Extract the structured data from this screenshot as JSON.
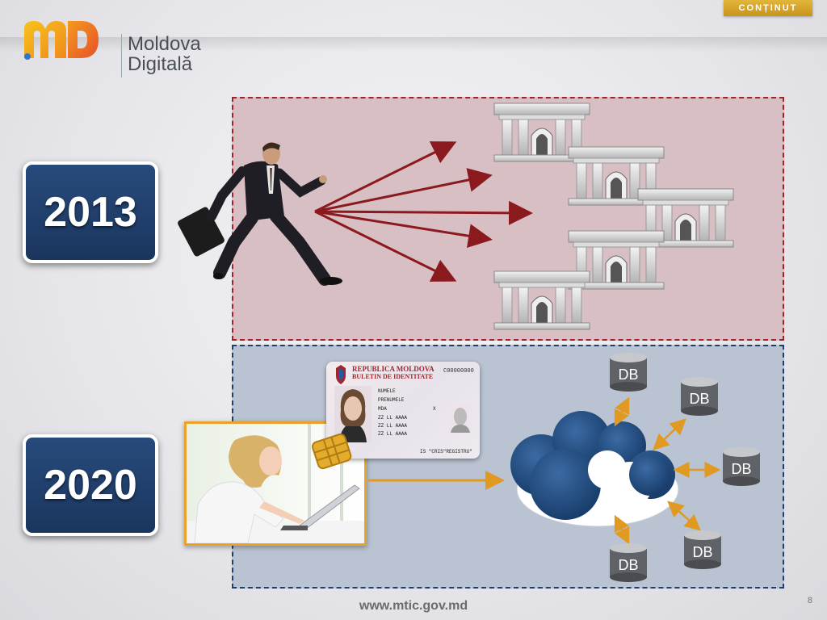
{
  "header": {
    "button_label": "CONȚINUT",
    "logo_line1": "Moldova",
    "logo_line2": "Digitală"
  },
  "sections": {
    "year_2013": "2013",
    "year_2020": "2020"
  },
  "id_card": {
    "country": "REPUBLICA MOLDOVA",
    "title": "BULETIN DE IDENTITATE",
    "number": "C00000000",
    "surname": "NUMELE",
    "given_name": "PRENUMELE",
    "citizenship": "MDA",
    "sex": "X",
    "birth_date": "ZZ LL AAAA",
    "issue_date": "ZZ LL AAAA",
    "expiry_date": "ZZ LL AAAA",
    "authority": "IS \"CRIS\"REGISTRU\""
  },
  "databases": {
    "label": "DB"
  },
  "colors": {
    "badge_blue": "#1f3e6b",
    "box2013_fill": "#d8bfc4",
    "box2013_border": "#a3222a",
    "box2020_fill": "#b9c3d1",
    "cloud_blue": "#1f4a80",
    "arrow_red": "#8b1a1f",
    "arrow_orange": "#e09a22",
    "button_gold": "#d4a12a"
  },
  "footer": {
    "url": "www.mtic.gov.md",
    "page_number": "8"
  }
}
